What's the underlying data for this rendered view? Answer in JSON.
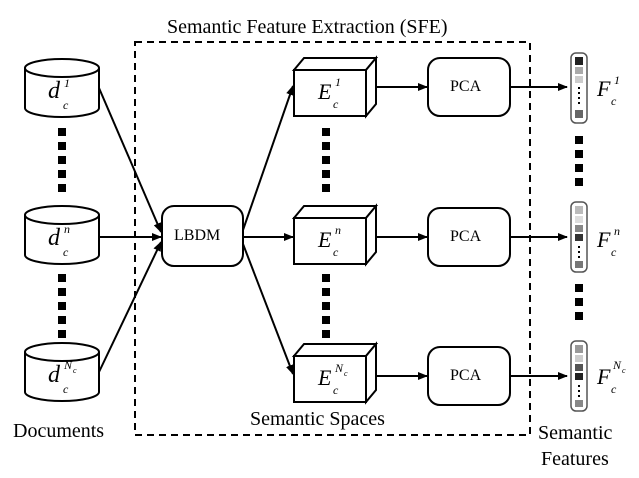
{
  "title": "Semantic Feature Extraction (SFE)",
  "labels": {
    "documents": "Documents",
    "semantic_spaces": "Semantic Spaces",
    "semantic_features_line1": "Semantic",
    "semantic_features_line2": "Features"
  },
  "lbdm": "LBDM",
  "pca": [
    "PCA",
    "PCA",
    "PCA"
  ],
  "documents": [
    {
      "base": "d",
      "sub": "c",
      "sup": "1"
    },
    {
      "base": "d",
      "sub": "c",
      "sup": "n"
    },
    {
      "base": "d",
      "sub": "c",
      "sup": "N",
      "supsub": "c"
    }
  ],
  "spaces": [
    {
      "base": "E",
      "sub": "c",
      "sup": "1"
    },
    {
      "base": "E",
      "sub": "c",
      "sup": "n"
    },
    {
      "base": "E",
      "sub": "c",
      "sup": "N",
      "supsub": "c"
    }
  ],
  "features": [
    {
      "base": "F",
      "sub": "c",
      "sup": "1"
    },
    {
      "base": "F",
      "sub": "c",
      "sup": "n"
    },
    {
      "base": "F",
      "sub": "c",
      "sup": "N",
      "supsub": "c"
    }
  ]
}
